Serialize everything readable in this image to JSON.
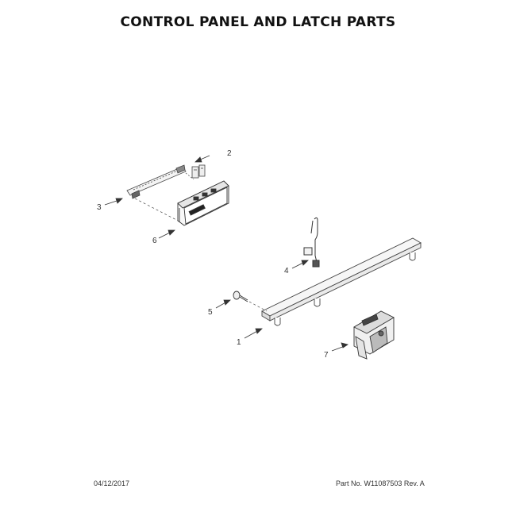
{
  "title": "CONTROL PANEL AND LATCH PARTS",
  "callouts": [
    "1",
    "2",
    "3",
    "4",
    "5",
    "6",
    "7"
  ],
  "footer": {
    "date": "04/12/2017",
    "part_number": "Part No. W11087503  Rev. A"
  }
}
